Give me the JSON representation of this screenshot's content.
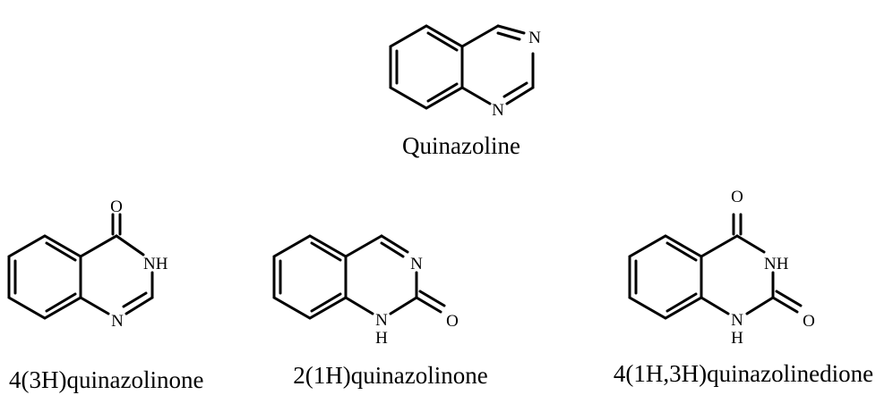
{
  "structures": [
    {
      "id": "quinazoline",
      "caption": "Quinazoline",
      "atoms": {
        "N3": "N",
        "N1": "N"
      }
    },
    {
      "id": "q4-3h",
      "caption": "4(3H)quinazolinone",
      "atoms": {
        "O4": "O",
        "N3": "NH",
        "N1": "N"
      }
    },
    {
      "id": "q2-1h",
      "caption": "2(1H)quinazolinone",
      "atoms": {
        "N3": "N",
        "N1": "N",
        "N1H": "H",
        "O2": "O"
      }
    },
    {
      "id": "q24-dione",
      "caption": "4(1H,3H)quinazolinedione",
      "atoms": {
        "O4": "O",
        "N3": "NH",
        "N1": "N",
        "N1H": "H",
        "O2": "O"
      }
    }
  ]
}
